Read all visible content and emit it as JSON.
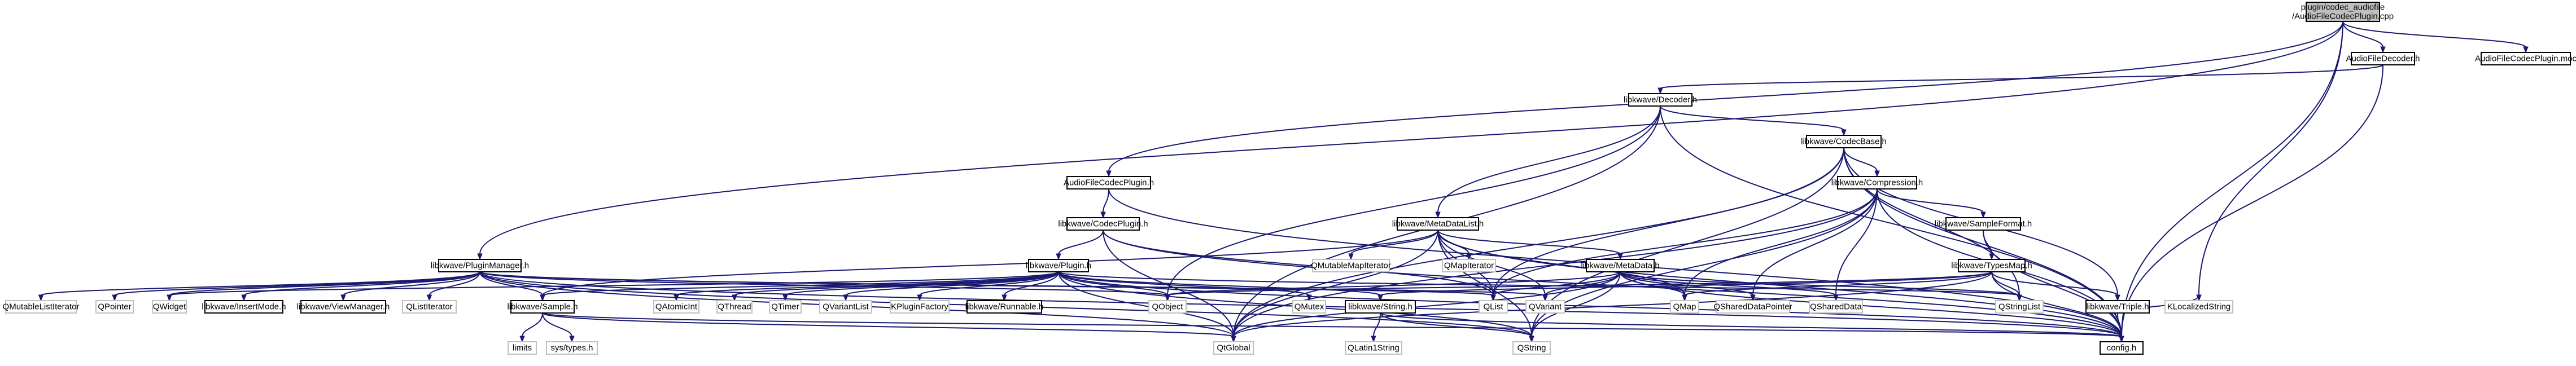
{
  "diagram": {
    "root": {
      "line1": "plugin/codec_audiofile",
      "line2": "/AudioFileCodecPlugin.cpp"
    },
    "nodes": {
      "audiofiledecoder_h": "AudioFileDecoder.h",
      "audiofilecodecplugin_moc": "AudioFileCodecPlugin.moc",
      "decoder_h": "libkwave/Decoder.h",
      "codecbase_h": "libkwave/CodecBase.h",
      "compression_h": "libkwave/Compression.h",
      "audiofilecodecplugin_h": "AudioFileCodecPlugin.h",
      "codecplugin_h": "libkwave/CodecPlugin.h",
      "samplefortmat_h": "libkwave/SampleFormat.h",
      "metadatalist_h": "libkwave/MetaDataList.h",
      "typesmap_h": "libkwave/TypesMap.h",
      "metadata_h": "libkwave/MetaData.h",
      "pluginmanager_h": "libkwave/PluginManager.h",
      "plugin_h": "libkwave/Plugin.h",
      "qmutablelistiterator": "QMutableListIterator",
      "qpointer": "QPointer",
      "qwidget": "QWidget",
      "insertmode_h": "libkwave/InsertMode.h",
      "viewmanager_h": "libkwave/ViewManager.h",
      "qlistiterator": "QListIterator",
      "sample_h": "libkwave/Sample.h",
      "qatomicint": "QAtomicInt",
      "qthread": "QThread",
      "qtimer": "QTimer",
      "qvariantlist": "QVariantList",
      "kpluginfactory": "KPluginFactory",
      "runnable_h": "libkwave/Runnable.h",
      "qobject": "QObject",
      "qmutablemapiterator": "QMutableMapIterator",
      "qmapiterator": "QMapIterator",
      "qmutex": "QMutex",
      "string_h": "libkwave/String.h",
      "qlist": "QList",
      "qvariant": "QVariant",
      "qmap": "QMap",
      "qshareddatapointer": "QSharedDataPointer",
      "qshareddata": "QSharedData",
      "qstringlist": "QStringList",
      "triple_h": "libkwave/Triple.h",
      "klocalizedstring": "KLocalizedString",
      "limits": "limits",
      "sys_types_h": "sys/types.h",
      "qglobal": "QtGlobal",
      "qlatin1string": "QLatin1String",
      "qstring": "QString",
      "config_h": "config.h"
    }
  }
}
